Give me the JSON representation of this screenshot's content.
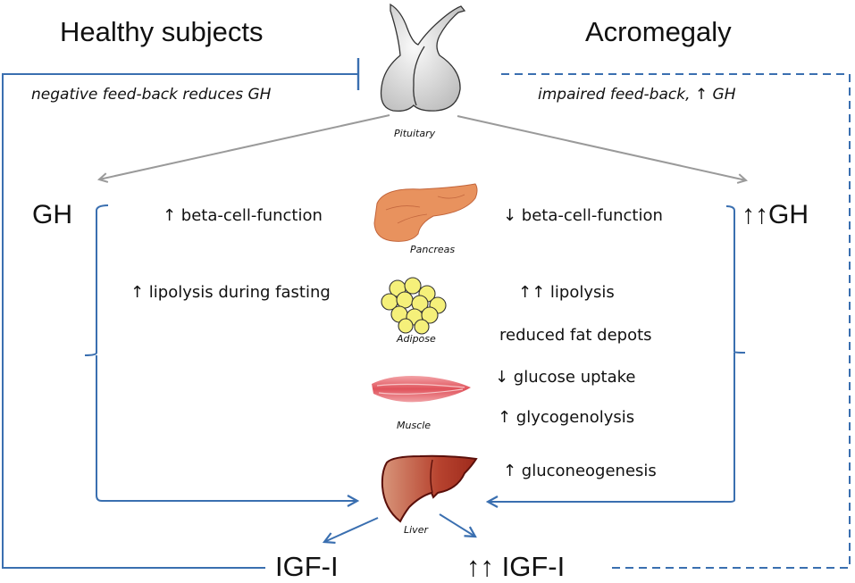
{
  "colors": {
    "feedback_line": "#3a6fb0",
    "gh_arrow": "#9a9a9a",
    "pituitary": "#d9d9d9",
    "pancreas": "#e8925e",
    "adipose": "#f5f07a",
    "muscle": "#e35a62",
    "liver": "#b33a2a"
  },
  "headings": {
    "left": "Healthy subjects",
    "right": "Acromegaly"
  },
  "feedback": {
    "left": "negative feed-back reduces GH",
    "right": "impaired feed-back, ↑ GH"
  },
  "hormones": {
    "gh_left": "GH",
    "gh_right": "↑↑GH",
    "igf_left": "IGF-I",
    "igf_right": "↑↑ IGF-I"
  },
  "organs": {
    "pituitary": "Pituitary",
    "pancreas": "Pancreas",
    "adipose": "Adipose",
    "muscle": "Muscle",
    "liver": "Liver"
  },
  "effects_healthy": [
    "↑ beta-cell-function",
    "↑ lipolysis during fasting"
  ],
  "effects_acromegaly": [
    "↓ beta-cell-function",
    "↑↑ lipolysis",
    "reduced fat depots",
    "↓ glucose uptake",
    "↑ glycogenolysis",
    "↑ gluconeogenesis"
  ]
}
